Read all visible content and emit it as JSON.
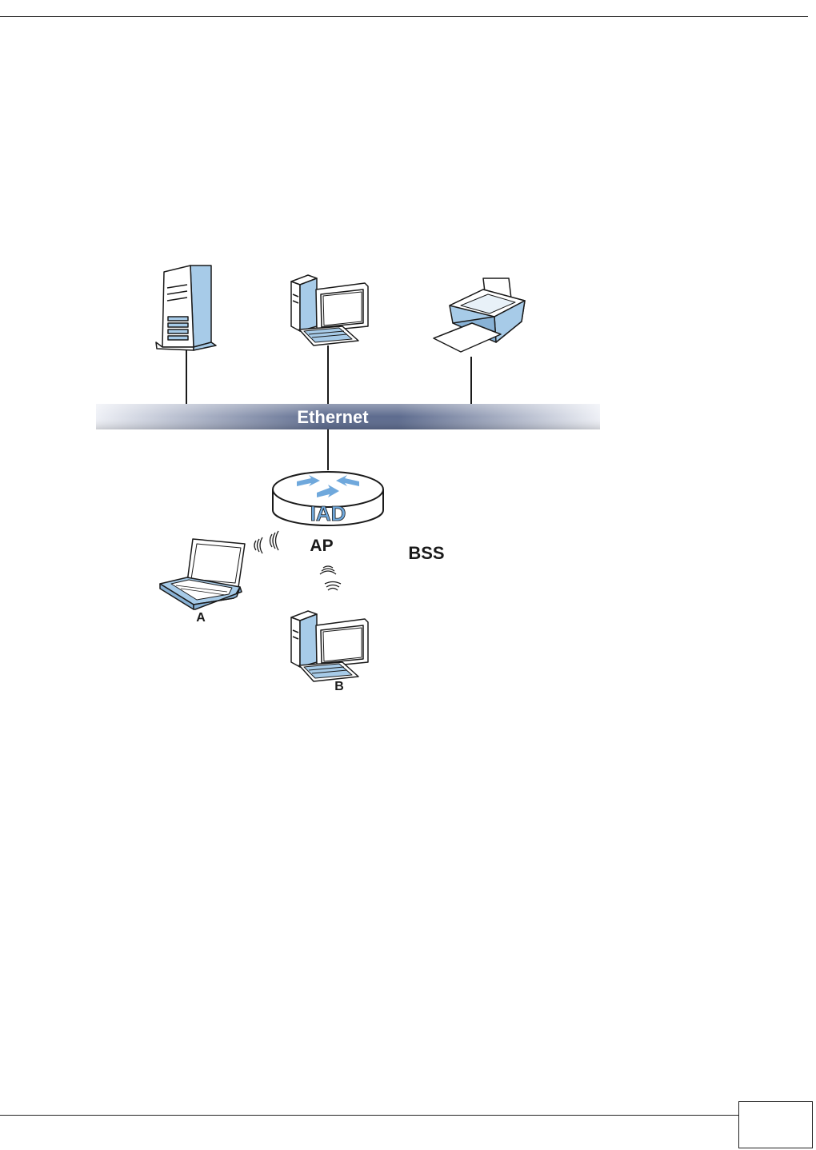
{
  "page": {
    "number": ""
  },
  "diagram": {
    "bus_label": "Ethernet",
    "router_label": "IAD",
    "ap_label": "AP",
    "bss_label": "BSS",
    "client_a_label": "A",
    "client_b_label": "B"
  },
  "icons": {
    "server": "server-icon",
    "desktop": "desktop-computer-icon",
    "printer": "printer-icon",
    "router": "router-icon",
    "laptop": "laptop-icon",
    "wireless": "wireless-signal-icon"
  },
  "colors": {
    "device_blue": "#a7cbe8",
    "device_outline": "#1a1a1a",
    "bus_dark": "#5d6b8e",
    "bus_light": "#eef0f6",
    "router_arrow": "#6fa8dc"
  }
}
